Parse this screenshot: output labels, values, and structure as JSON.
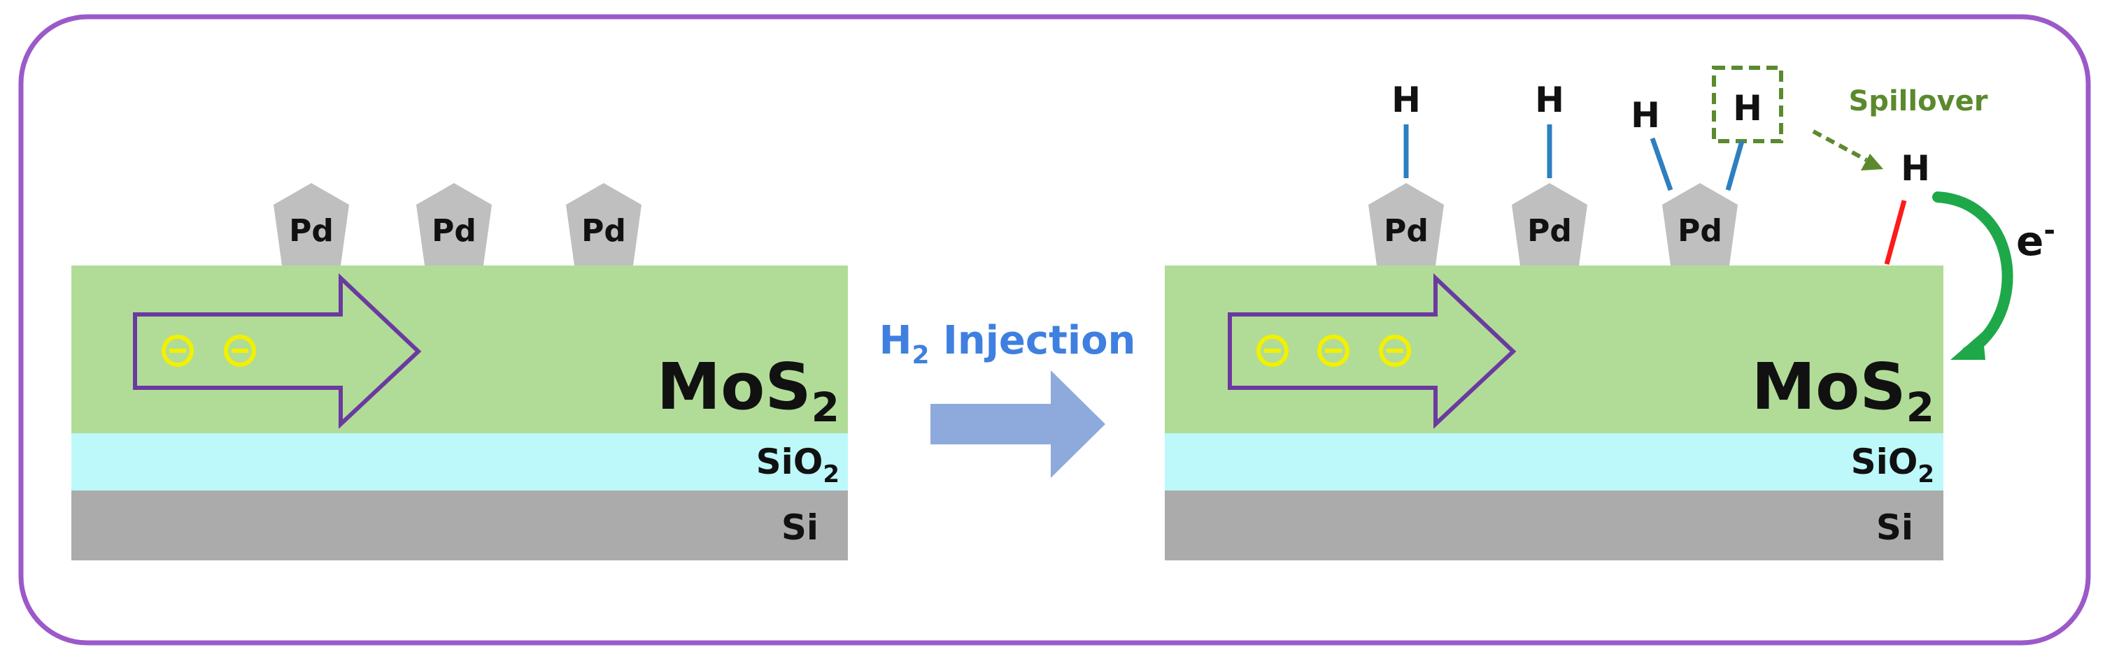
{
  "colors": {
    "frame": "#9b59c9",
    "mos2": "#b1dc97",
    "sio2": "#bdf8fb",
    "si": "#ababab",
    "pd": "#bfbfbf",
    "channel_arrow": "#6b3aa0",
    "electron": "#f3f000",
    "injection_arrow": "#8eaadc",
    "injection_text": "#3f7fe0",
    "h_bond": "#2d7fc0",
    "spillover_bond": "#ff1a1a",
    "spillover": "#5b8a2e",
    "transfer_arrow": "#1ea84a"
  },
  "left": {
    "pd_labels": [
      "Pd",
      "Pd",
      "Pd"
    ],
    "mos2": {
      "main": "MoS",
      "sub": "2"
    },
    "sio2": {
      "main": "SiO",
      "sub": "2"
    },
    "si": "Si",
    "electron_count": 2
  },
  "middle": {
    "injection": {
      "main": "H",
      "sub": "2",
      "rest": " Injection"
    }
  },
  "right": {
    "pd_labels": [
      "Pd",
      "Pd",
      "Pd"
    ],
    "h_labels": [
      "H",
      "H",
      "H",
      "H"
    ],
    "spillover_h": "H",
    "spillover_label": "Spillover",
    "electron_label": {
      "main": "e",
      "sup": "-"
    },
    "mos2": {
      "main": "MoS",
      "sub": "2"
    },
    "sio2": {
      "main": "SiO",
      "sub": "2"
    },
    "si": "Si",
    "electron_count": 3
  }
}
